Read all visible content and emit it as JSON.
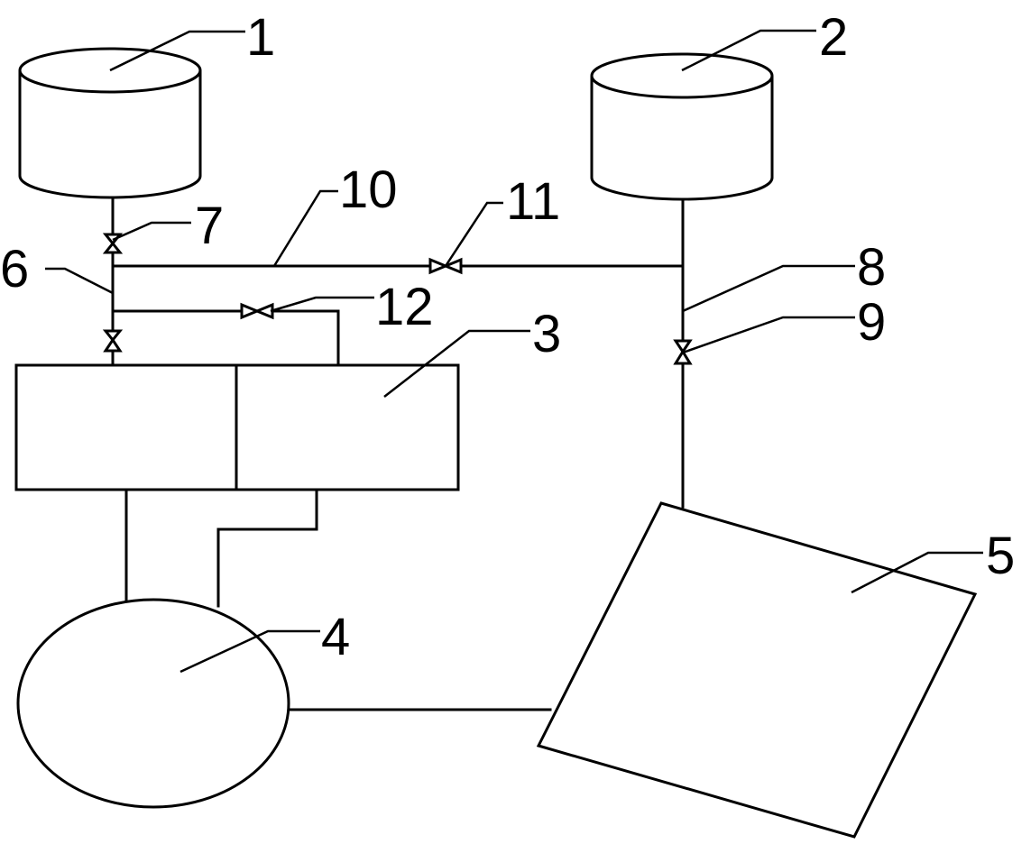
{
  "labels": {
    "n1": "1",
    "n2": "2",
    "n3": "3",
    "n4": "4",
    "n5": "5",
    "n6": "6",
    "n7": "7",
    "n8": "8",
    "n9": "9",
    "n10": "10",
    "n11": "11",
    "n12": "12"
  }
}
